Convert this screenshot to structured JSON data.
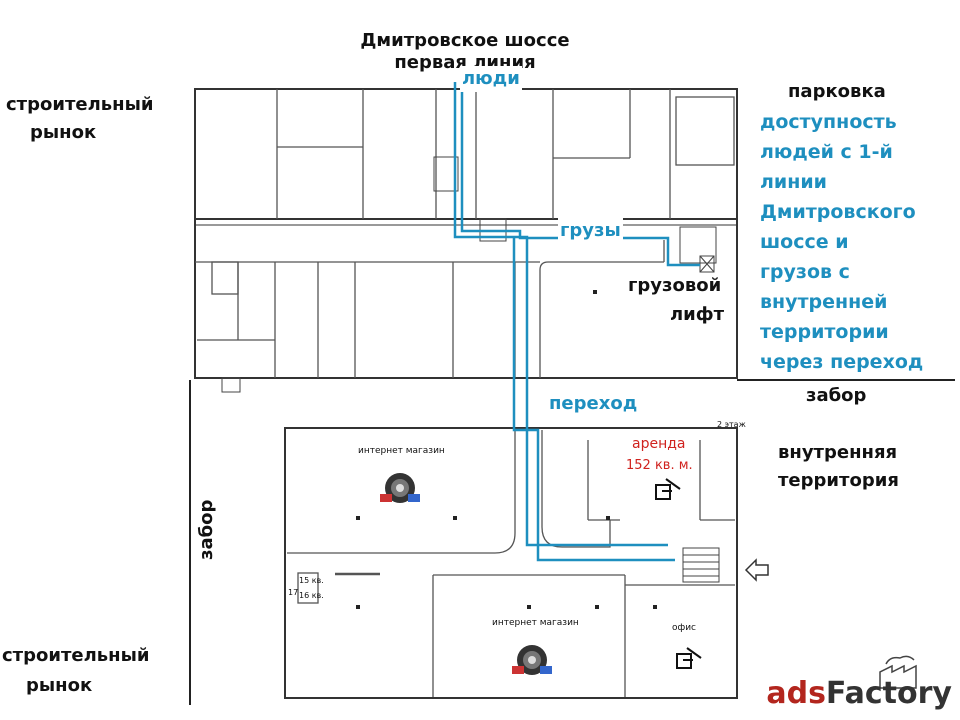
{
  "street": {
    "line1": "Дмитровское шоссе",
    "line2": "первая линия"
  },
  "left_top": {
    "line1": "строительный",
    "line2": "рынок"
  },
  "left_bottom": {
    "line1": "строительный",
    "line2": "рынок"
  },
  "parking": "парковка",
  "access_note": [
    "доступность",
    "людей с 1-й",
    "линии",
    "Дмитровского",
    "шоссе и",
    "грузов с",
    "внутренней",
    "территории",
    "через переход"
  ],
  "route_labels": {
    "people": "люди",
    "cargo": "грузы",
    "passage": "переход"
  },
  "cargo_lift": {
    "line1": "грузовой",
    "line2": "лифт"
  },
  "fence_right": "забор",
  "fence_left": "забор",
  "inner_territory": {
    "line1": "внутренняя",
    "line2": "территория"
  },
  "rent": {
    "line1": "аренда",
    "line2": "152 кв. м."
  },
  "rooms": {
    "shop_top": "интернет магазин",
    "shop_bottom": "интернет магазин",
    "office": "офис"
  },
  "floor_mark": "2 этаж",
  "room_codes": [
    "15 кв.",
    "16 кв.",
    "17"
  ],
  "watermark": {
    "part1": "ads",
    "part2": "Factory"
  },
  "colors": {
    "route": "#1e8fbf",
    "rent": "#d0231f",
    "walls": "#333333"
  }
}
